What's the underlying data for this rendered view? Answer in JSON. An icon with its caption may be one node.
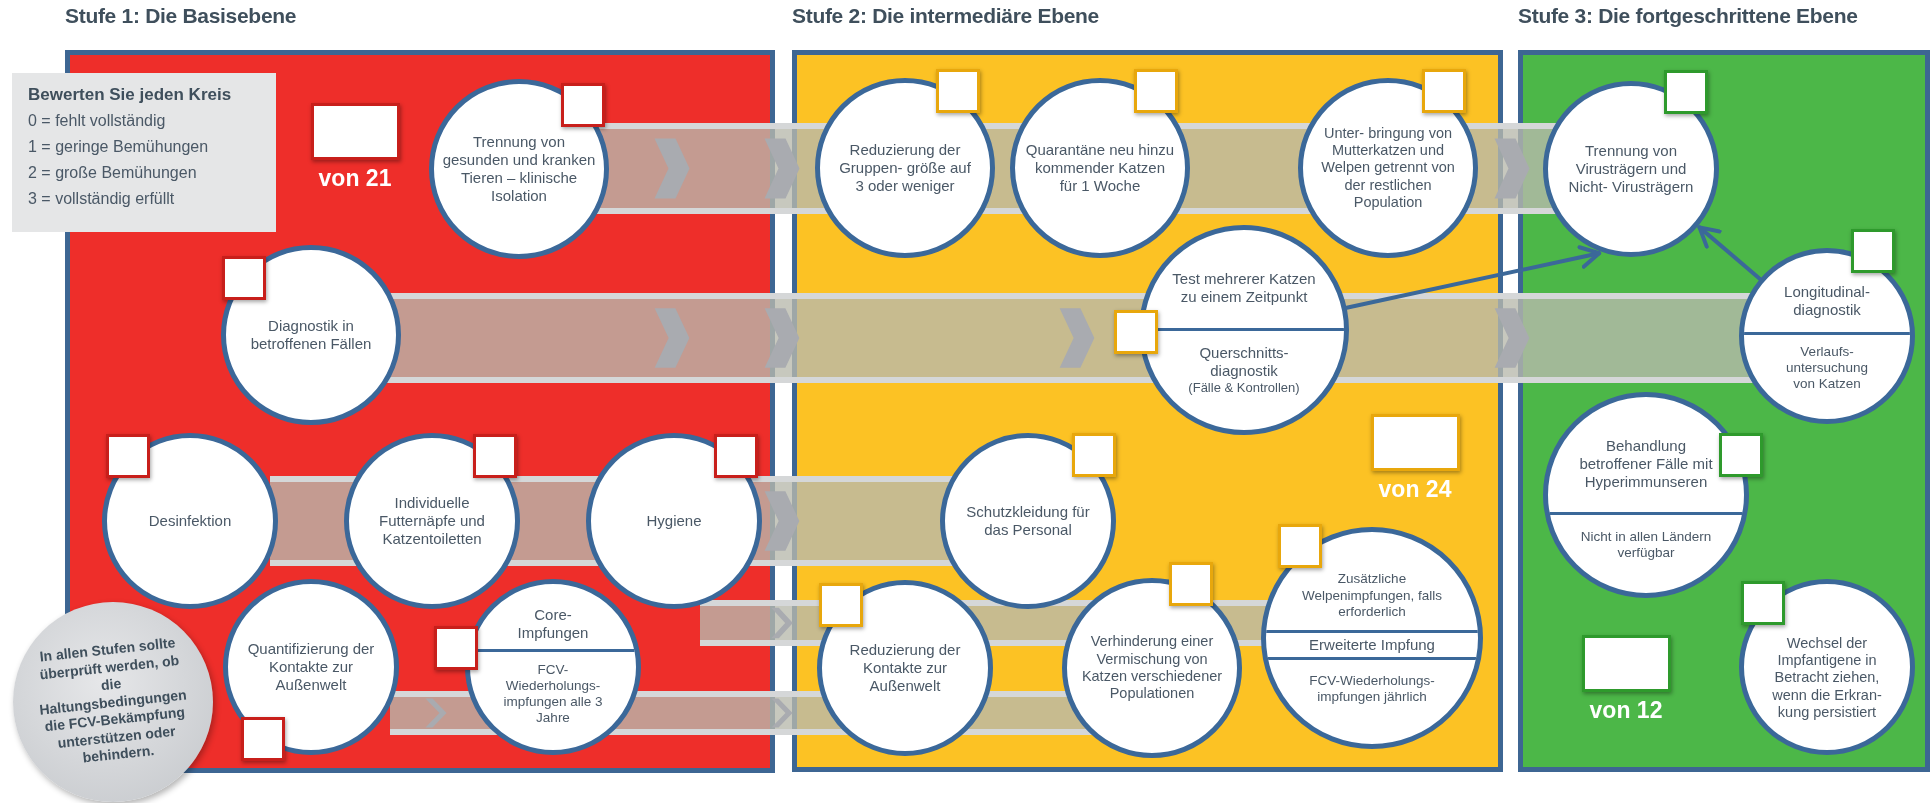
{
  "diagram": {
    "nodes": [
      {
        "text": [
          "Stufe 1: Die Basisebene"
        ]
      },
      {
        "text": [
          "Bewerten Sie jeden Kreis",
          "0 = fehlt vollständig",
          "1 = geringe Bemühungen",
          "2 = große Bemühungen",
          "3 = vollständig erfüllt"
        ]
      },
      {
        "text": [
          "Trennung von gesunden und kranken Tieren – klinische Isolation"
        ],
        "in": 0
      },
      {
        "text": [
          "Diagnostik in betroffenen Fällen"
        ],
        "in": 0
      },
      {
        "text": [
          "Desinfektion"
        ],
        "in": 0
      },
      {
        "text": [
          "Individuelle Futternäpfe und Katzentoiletten"
        ],
        "in": 0
      },
      {
        "text": [
          "Hygiene"
        ],
        "in": 0
      },
      {
        "text": [
          "Quantifizierung der Kontakte zur Außenwelt"
        ],
        "in": 0
      },
      {
        "text": [
          "Core- Impfungen",
          "FCV- Wiederholungs- impfungen alle 3 Jahre"
        ],
        "in": 0
      },
      {
        "text": [
          "In allen Stufen sollte überprüft werden, ob die Haltungsbedingungen die FCV-Bekämpfung unterstützen oder behindern."
        ]
      },
      {
        "text": [
          "Stufe 2: Die intermediäre Ebene"
        ]
      },
      {
        "text": [
          "Reduzierung der Gruppen- größe auf 3 oder weniger"
        ],
        "in": 10
      },
      {
        "text": [
          "Quarantäne neu hinzu kommender Katzen für 1 Woche"
        ],
        "in": 10
      },
      {
        "text": [
          "Unter- bringung von Mutterkatzen und Welpen getrennt von der restlichen Population"
        ],
        "in": 10
      },
      {
        "text": [
          "Test mehrerer Katzen zu einem Zeitpunkt",
          "Querschnitts- diagnostik",
          "(Fälle & Kontrollen)"
        ],
        "in": 10
      },
      {
        "text": [
          "Schutzkleidung für das Personal"
        ],
        "in": 10
      },
      {
        "text": [
          "Reduzierung der Kontakte zur Außenwelt"
        ],
        "in": 10
      },
      {
        "text": [
          "Verhinderung einer Vermischung von Katzen verschiedener Populationen"
        ],
        "in": 10
      },
      {
        "text": [
          "Zusätzliche Welpenimpfungen, falls erforderlich",
          "Erweiterte Impfung",
          "FCV-Wiederholungs- impfungen jährlich"
        ],
        "in": 10
      },
      {
        "text": [
          "Stufe 3: Die fortgeschrittene Ebene"
        ]
      },
      {
        "text": [
          "Trennung von Virusträgern und Nicht- Virusträgern"
        ],
        "in": 19
      },
      {
        "text": [
          "Longitudinal- diagnostik",
          "Verlaufs- untersuchung von Katzen"
        ],
        "in": 19
      },
      {
        "text": [
          "Behandlung betroffener Fälle mit Hyperimmunseren",
          "Nicht in allen Ländern verfügbar"
        ],
        "in": 19
      },
      {
        "text": [
          "Wechsel der Impfantigene in Betracht ziehen, wenn die Erkran- kung persistiert"
        ],
        "in": 19
      }
    ],
    "edges": [
      {
        "from": 14,
        "to": 20,
        "arrow": "to"
      },
      {
        "from": 21,
        "to": 20,
        "arrow": "to"
      }
    ],
    "labels": [
      "von 21",
      "von 24",
      "von 12"
    ]
  }
}
